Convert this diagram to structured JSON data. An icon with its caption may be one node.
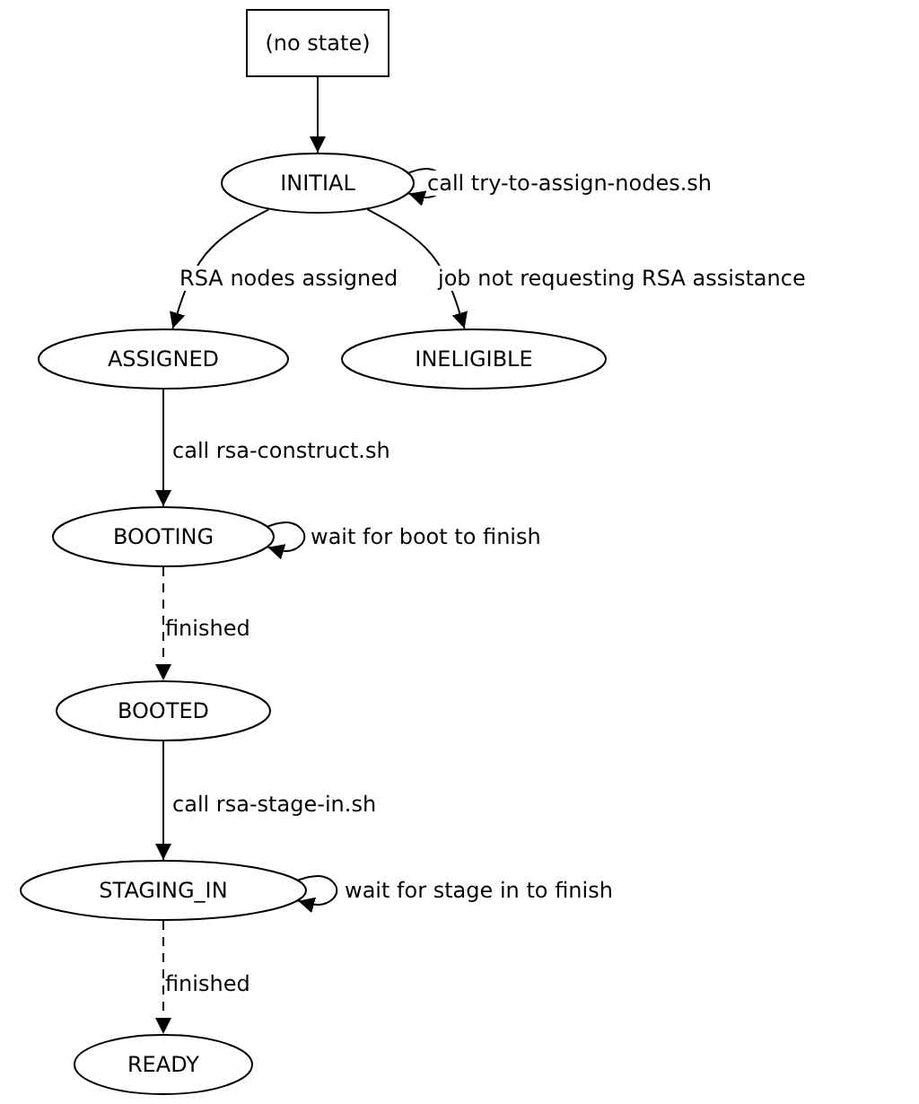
{
  "diagram": {
    "nodes": [
      {
        "text": [
          "(no state)"
        ]
      },
      {
        "text": [
          "INITIAL"
        ]
      },
      {
        "text": [
          "ASSIGNED"
        ]
      },
      {
        "text": [
          "INELIGIBLE"
        ]
      },
      {
        "text": [
          "BOOTING"
        ]
      },
      {
        "text": [
          "BOOTED"
        ]
      },
      {
        "text": [
          "STAGING_IN"
        ]
      },
      {
        "text": [
          "READY"
        ]
      }
    ],
    "edges": [
      {
        "from": 0,
        "to": 1,
        "arrow": "to"
      },
      {
        "from": 1,
        "to": 1,
        "arrow": "to",
        "label": "call try-to-assign-nodes.sh"
      },
      {
        "from": 1,
        "to": 2,
        "arrow": "to",
        "label": "RSA nodes assigned"
      },
      {
        "from": 1,
        "to": 3,
        "arrow": "to",
        "label": "job not requesting RSA assistance"
      },
      {
        "from": 2,
        "to": 4,
        "arrow": "to",
        "label": "call rsa-construct.sh"
      },
      {
        "from": 4,
        "to": 4,
        "arrow": "to",
        "label": "wait for boot to finish"
      },
      {
        "from": 4,
        "to": 5,
        "arrow": "to",
        "label": "finished",
        "style": "dashed"
      },
      {
        "from": 5,
        "to": 6,
        "arrow": "to",
        "label": "call rsa-stage-in.sh"
      },
      {
        "from": 6,
        "to": 6,
        "arrow": "to",
        "label": "wait for stage in to finish"
      },
      {
        "from": 6,
        "to": 7,
        "arrow": "to",
        "label": "finished",
        "style": "dashed"
      }
    ]
  }
}
